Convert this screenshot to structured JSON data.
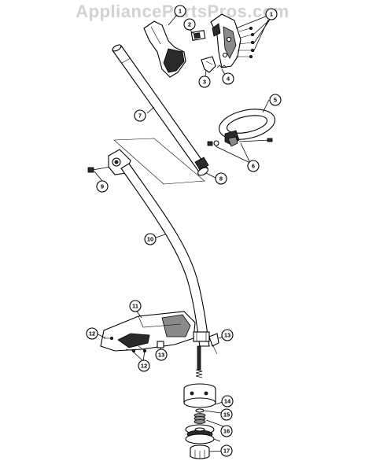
{
  "watermark": "AppliancePartsPros.com",
  "callouts": [
    {
      "id": "c1a",
      "label": "1"
    },
    {
      "id": "c1b",
      "label": "1"
    },
    {
      "id": "c2",
      "label": "2"
    },
    {
      "id": "c3",
      "label": "3"
    },
    {
      "id": "c4",
      "label": "4"
    },
    {
      "id": "c5",
      "label": "5"
    },
    {
      "id": "c6",
      "label": "6"
    },
    {
      "id": "c7",
      "label": "7"
    },
    {
      "id": "c8",
      "label": "8"
    },
    {
      "id": "c9",
      "label": "9"
    },
    {
      "id": "c10",
      "label": "10"
    },
    {
      "id": "c11",
      "label": "11"
    },
    {
      "id": "c12a",
      "label": "12"
    },
    {
      "id": "c12b",
      "label": "12"
    },
    {
      "id": "c13a",
      "label": "13"
    },
    {
      "id": "c13b",
      "label": "13"
    },
    {
      "id": "c14",
      "label": "14"
    },
    {
      "id": "c15",
      "label": "15"
    },
    {
      "id": "c16",
      "label": "16"
    },
    {
      "id": "c17",
      "label": "17"
    }
  ]
}
